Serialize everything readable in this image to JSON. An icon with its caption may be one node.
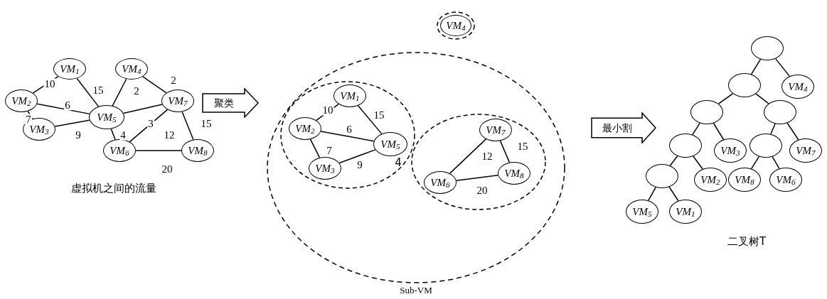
{
  "diagram": {
    "nodes": [
      {
        "text": [
          "VM$_{1}$"
        ]
      },
      {
        "text": [
          "VM$_{4}$"
        ]
      },
      {
        "text": [
          "VM$_{2}$"
        ]
      },
      {
        "text": [
          "VM$_{7}$"
        ]
      },
      {
        "text": [
          "VM$_{5}$"
        ]
      },
      {
        "text": [
          "VM$_{3}$"
        ]
      },
      {
        "text": [
          "VM$_{8}$"
        ]
      },
      {
        "text": [
          "VM$_{6}$"
        ]
      },
      {
        "text": [
          "聚类"
        ]
      },
      {
        "text": [],
        "shape": "circle"
      },
      {
        "text": [
          "VM$_{4}$"
        ],
        "in": 9
      },
      {
        "text": [
          "Sub-VM"
        ]
      },
      {
        "text": [],
        "shape": "circle",
        "in": 11
      },
      {
        "text": [
          "VM$_{1}$"
        ],
        "in": 12
      },
      {
        "text": [
          "VM$_{2}$"
        ],
        "in": 12
      },
      {
        "text": [
          "VM$_{5}$"
        ],
        "in": 12
      },
      {
        "text": [
          "VM$_{3}$"
        ],
        "in": 12
      },
      {
        "text": [],
        "shape": "circle",
        "in": 11
      },
      {
        "text": [
          "VM$_{7}$"
        ],
        "in": 17
      },
      {
        "text": [
          "VM$_{8}$"
        ],
        "in": 17
      },
      {
        "text": [
          "VM$_{6}$"
        ],
        "in": 17
      },
      {
        "text": [
          "最小割"
        ]
      },
      {
        "text": [],
        "shape": "circle"
      },
      {
        "text": [],
        "shape": "circle"
      },
      {
        "text": [
          "VM$_{4}$"
        ]
      },
      {
        "text": [],
        "shape": "circle"
      },
      {
        "text": [],
        "shape": "circle"
      },
      {
        "text": [],
        "shape": "circle"
      },
      {
        "text": [
          "VM$_{3}$"
        ]
      },
      {
        "text": [],
        "shape": "circle"
      },
      {
        "text": [
          "VM$_{7}$"
        ]
      },
      {
        "text": [],
        "shape": "circle"
      },
      {
        "text": [
          "VM$_{2}$"
        ]
      },
      {
        "text": [
          "VM$_{8}$"
        ]
      },
      {
        "text": [
          "VM$_{6}$"
        ]
      },
      {
        "text": [
          "VM$_{5}$"
        ]
      },
      {
        "text": [
          "VM$_{1}$"
        ]
      }
    ],
    "edges": [
      {
        "from": 2,
        "to": 0,
        "arrow": "none",
        "label": "10"
      },
      {
        "from": 0,
        "to": 4,
        "arrow": "none",
        "label": "15"
      },
      {
        "from": 2,
        "to": 4,
        "arrow": "none",
        "label": "6"
      },
      {
        "from": 2,
        "to": 5,
        "arrow": "none",
        "label": "7"
      },
      {
        "from": 5,
        "to": 4,
        "arrow": "none",
        "label": "9"
      },
      {
        "from": 4,
        "to": 1,
        "arrow": "none",
        "label": "2"
      },
      {
        "from": 1,
        "to": 3,
        "arrow": "none",
        "label": "2"
      },
      {
        "from": 4,
        "to": 3,
        "arrow": "none",
        "label": "3"
      },
      {
        "from": 4,
        "to": 7,
        "arrow": "none",
        "label": "4"
      },
      {
        "from": 7,
        "to": 3,
        "arrow": "none",
        "label": "12"
      },
      {
        "from": 3,
        "to": 6,
        "arrow": "none",
        "label": "15"
      },
      {
        "from": 7,
        "to": 6,
        "arrow": "none",
        "label": "20"
      },
      {
        "from": 14,
        "to": 13,
        "arrow": "none",
        "label": "10"
      },
      {
        "from": 13,
        "to": 15,
        "arrow": "none",
        "label": "15"
      },
      {
        "from": 14,
        "to": 15,
        "arrow": "none",
        "label": "6"
      },
      {
        "from": 14,
        "to": 16,
        "arrow": "none",
        "label": "7"
      },
      {
        "from": 16,
        "to": 15,
        "arrow": "none",
        "label": "9"
      },
      {
        "from": 20,
        "to": 18,
        "arrow": "none",
        "label": "12"
      },
      {
        "from": 18,
        "to": 19,
        "arrow": "none",
        "label": "15"
      },
      {
        "from": 20,
        "to": 19,
        "arrow": "none",
        "label": "20"
      },
      {
        "from": 22,
        "to": 23,
        "arrow": "none"
      },
      {
        "from": 22,
        "to": 24,
        "arrow": "none"
      },
      {
        "from": 23,
        "to": 25,
        "arrow": "none"
      },
      {
        "from": 23,
        "to": 26,
        "arrow": "none"
      },
      {
        "from": 25,
        "to": 27,
        "arrow": "none"
      },
      {
        "from": 25,
        "to": 28,
        "arrow": "none"
      },
      {
        "from": 26,
        "to": 29,
        "arrow": "none"
      },
      {
        "from": 26,
        "to": 30,
        "arrow": "none"
      },
      {
        "from": 27,
        "to": 31,
        "arrow": "none"
      },
      {
        "from": 27,
        "to": 32,
        "arrow": "none"
      },
      {
        "from": 29,
        "to": 33,
        "arrow": "none"
      },
      {
        "from": 29,
        "to": 34,
        "arrow": "none"
      },
      {
        "from": 31,
        "to": 35,
        "arrow": "none"
      },
      {
        "from": 31,
        "to": 36,
        "arrow": "none"
      }
    ],
    "labels": [
      "虚拟机之间的流量",
      "4",
      "二叉树T"
    ]
  }
}
